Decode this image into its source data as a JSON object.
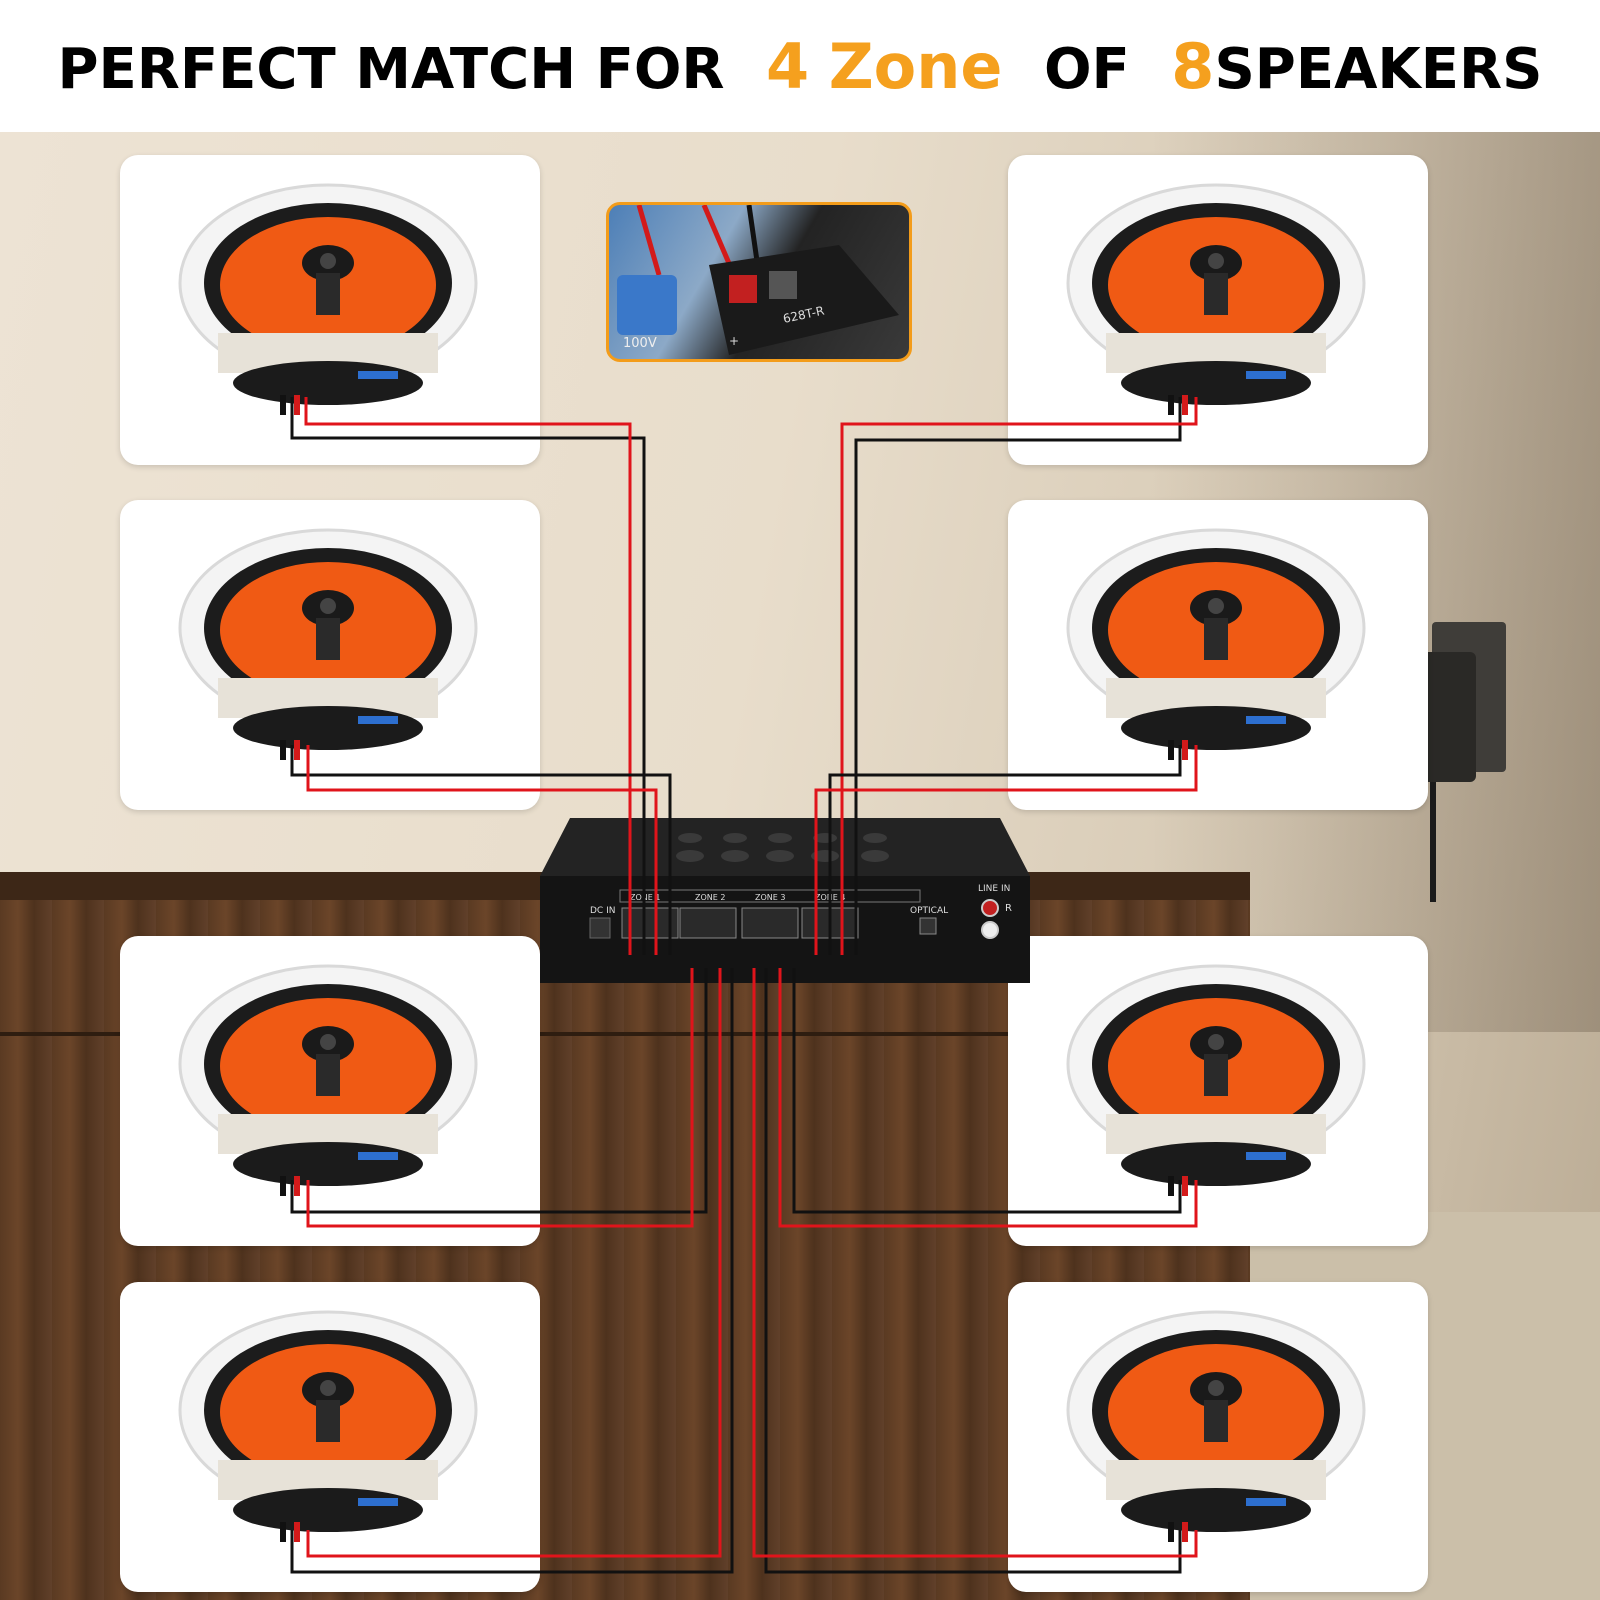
{
  "headline": {
    "part1": "PERFECT MATCH FOR",
    "zone_count": "4",
    "zone_word": "Zone",
    "part2": "OF",
    "speaker_count": "8",
    "part3": "SPEAKERS"
  },
  "inset": {
    "cap_label": "100V",
    "board_label": "628T-R",
    "plus_label": "+"
  },
  "amplifier": {
    "dc_in": "DC IN",
    "zone1": "ZONE 1",
    "zone2": "ZONE 2",
    "zone3": "ZONE 3",
    "zone4": "ZONE 4",
    "optical": "OPTICAL",
    "line_in": "LINE IN",
    "r_label": "R"
  },
  "colors": {
    "accent": "#f5a01e",
    "wire_red": "#e0141b",
    "wire_black": "#111111",
    "cone": "#f05a14"
  },
  "icons": [
    "speaker-icon",
    "amplifier-icon",
    "power-adapter-icon"
  ]
}
